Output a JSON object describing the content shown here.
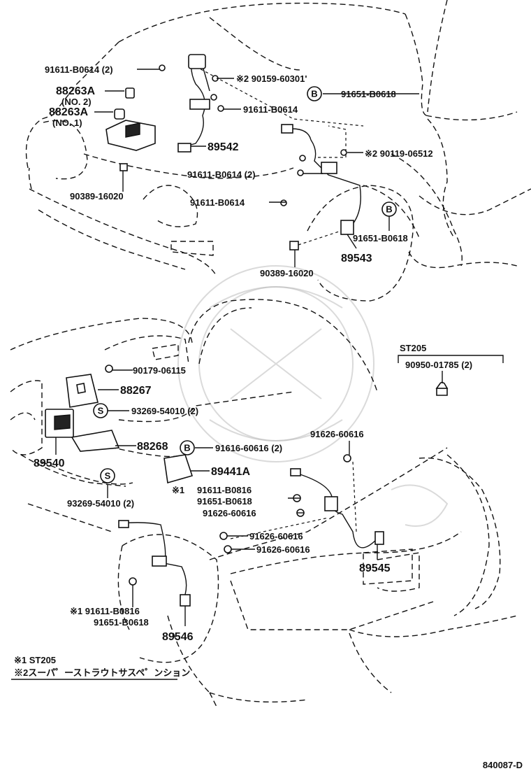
{
  "labels": {
    "a01": "91611-B0614 (2)",
    "a02": "※2  90159-60301'",
    "a03": "88263A",
    "a04": "(NO. 2)",
    "a05": "88263A",
    "a06": "(NO. 1)",
    "a07": "91651-B0618",
    "a08": "91611-B0614",
    "a09": "89542",
    "a10": "※2 90119-06512",
    "a11": "91611-B0614 (2)",
    "a12": "90389-16020",
    "a13": "91611-B0614",
    "a14": "91651-B0618",
    "a15": "89543",
    "a16": "90389-16020",
    "b01": "ST205",
    "b02": "90950-01785 (2)",
    "b03": "90179-06115",
    "b04": "88267",
    "b05": "93269-54010 (2)",
    "b06": "91626-60616",
    "b07": "88268",
    "b08": "91616-60616 (2)",
    "b09": "89540",
    "b10": "89441A",
    "b11": "※1",
    "b12": "91611-B0816",
    "b13": "91651-B0618",
    "b14": "91626-60616",
    "b15": "93269-54010 (2)",
    "b16": "91626-60616",
    "b17": "91626-60616",
    "b18": "89545",
    "b19": "※1   91611-B0816",
    "b20": "91651-B0618",
    "b21": "89546"
  },
  "circles": {
    "B": "B",
    "S": "S"
  },
  "notes": {
    "n1": "※1 ST205",
    "n2": "※2スーパ゜ーストラウトサスペ゜ンション"
  },
  "footer": {
    "code": "840087-D"
  }
}
